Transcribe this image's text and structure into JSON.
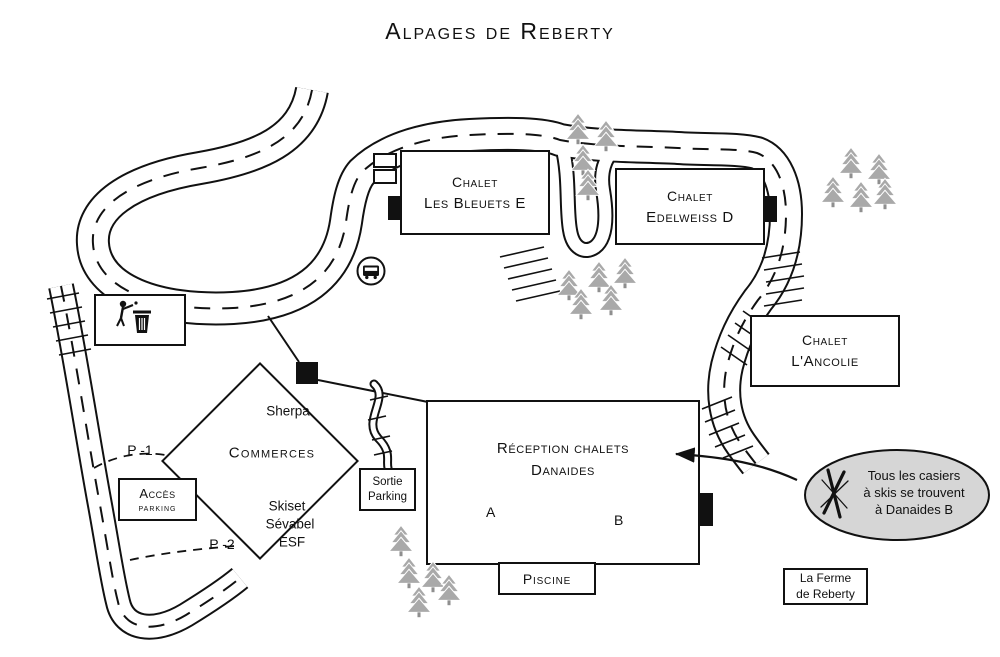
{
  "title": "Alpages de Reberty",
  "colors": {
    "ink": "#111111",
    "tree_fill": "#a9a9a9",
    "bubble_fill": "#d6d6d6"
  },
  "buildings": {
    "bleuets": {
      "line1": "Chalet",
      "line2": "Les Bleuets E"
    },
    "edelweiss": {
      "line1": "Chalet",
      "line2": "Edelweiss D"
    },
    "ancolie": {
      "line1": "Chalet",
      "line2": "L'Ancolie"
    },
    "danaides": {
      "line1": "Réception chalets",
      "line2": "Danaides",
      "unit_a": "A",
      "unit_b": "B"
    },
    "piscine": {
      "label": "Piscine"
    },
    "ferme": {
      "line1": "La Ferme",
      "line2": "de Reberty"
    },
    "acces_parking": {
      "line1": "Accès",
      "line2": "parking"
    },
    "sortie_parking": {
      "line1": "Sortie",
      "line2": "Parking"
    },
    "commerces": {
      "top": "Sherpa",
      "center": "Commerces",
      "bottom1": "Skiset",
      "bottom2": "Sévabel",
      "bottom3": "ESF"
    }
  },
  "road_labels": {
    "p1": "P -1",
    "p2": "P -2"
  },
  "bubble": {
    "lines": [
      "Tous les casiers",
      "à skis se trouvent",
      "à Danaides B"
    ]
  },
  "icons": {
    "bus": "bus-stop-icon",
    "litter": "litter-bin-icon",
    "skis": "crossed-skis-icon",
    "tree": "pine-tree-icon"
  }
}
